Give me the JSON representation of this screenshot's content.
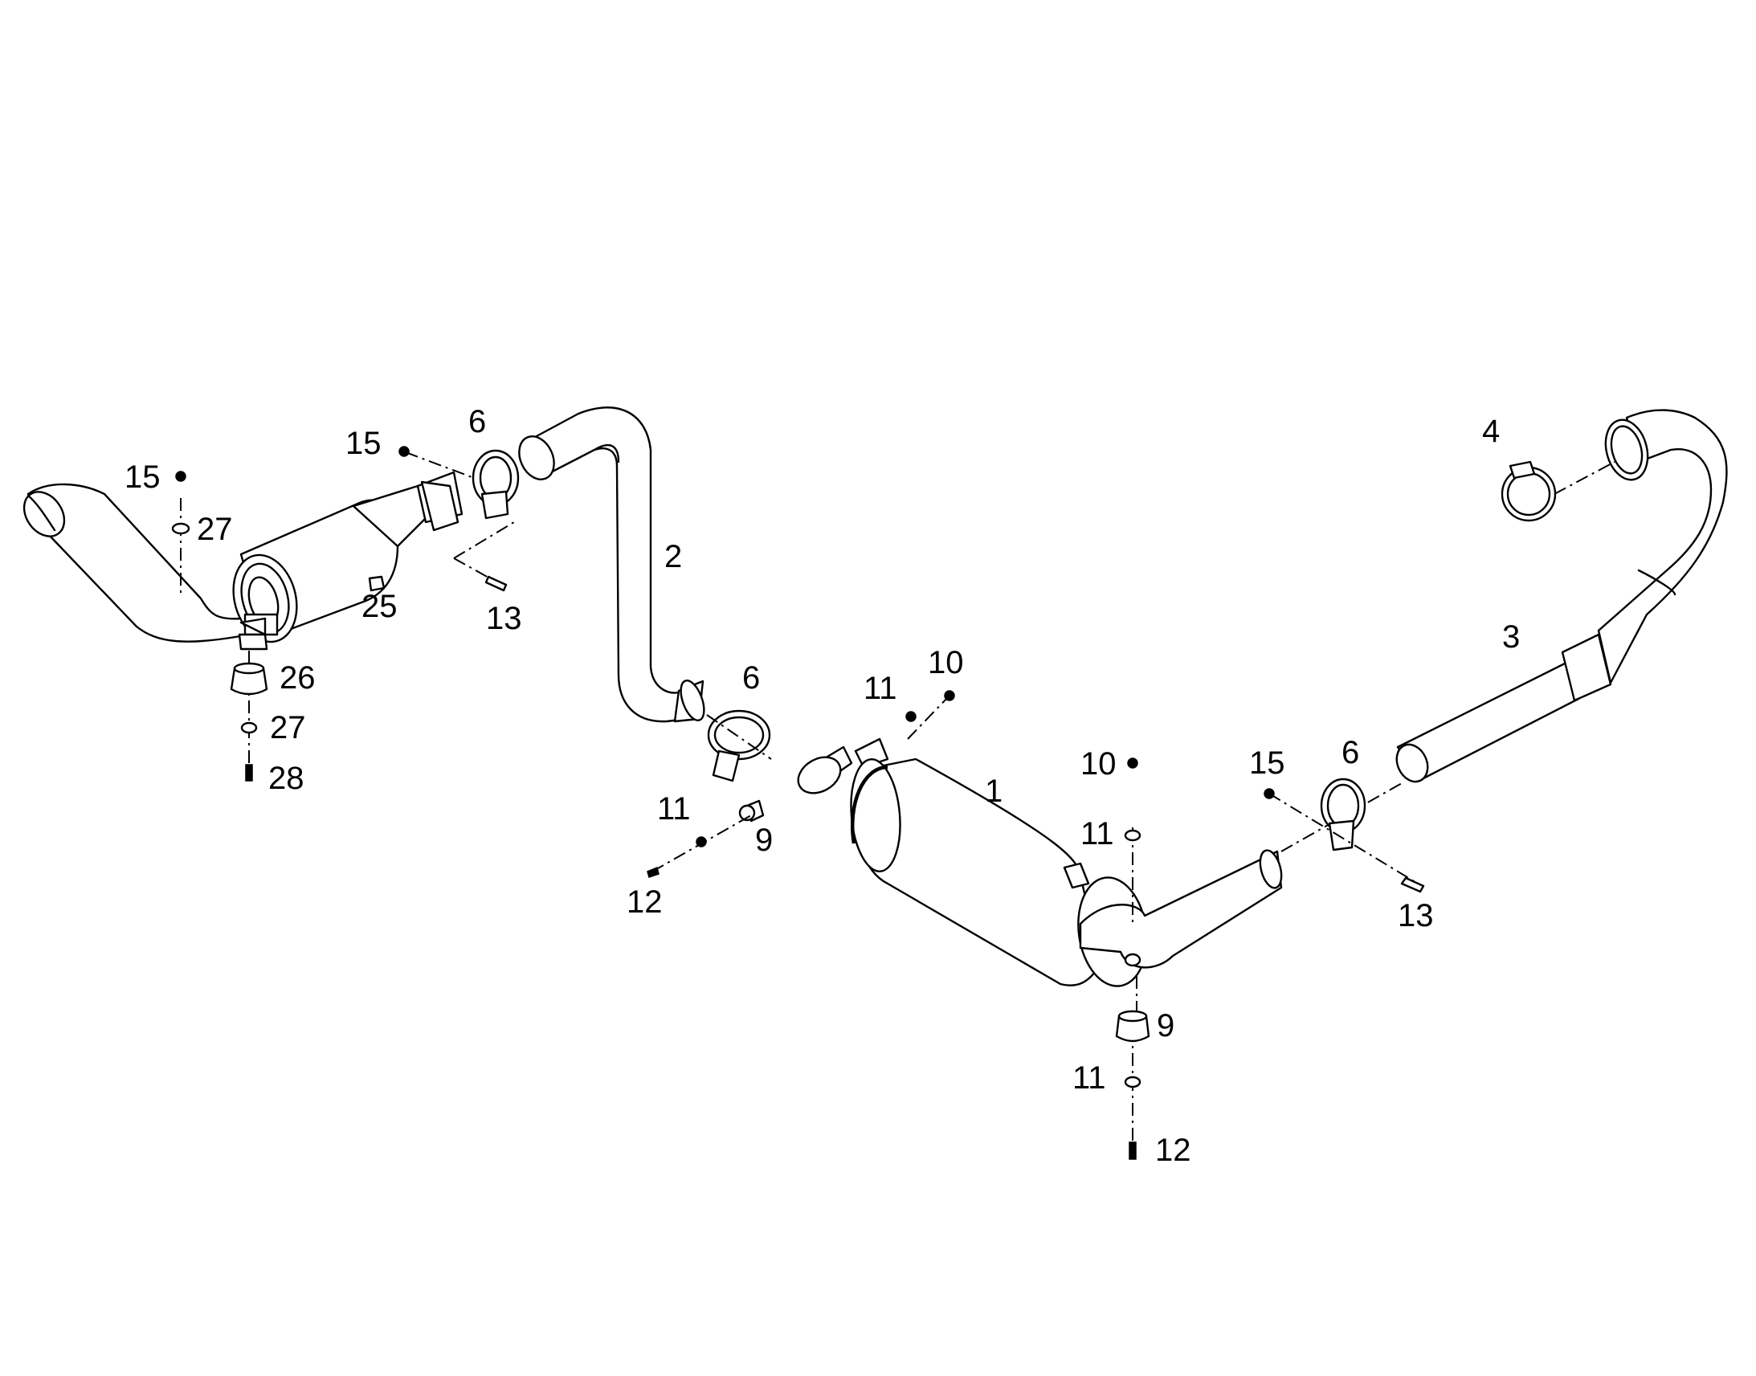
{
  "diagram": {
    "callouts": {
      "c1": "1",
      "c2": "2",
      "c3": "3",
      "c4": "4",
      "c6a": "6",
      "c6b": "6",
      "c6c": "6",
      "c9a": "9",
      "c9b": "9",
      "c10a": "10",
      "c10b": "10",
      "c11a": "11",
      "c11b": "11",
      "c11c": "11",
      "c11d": "11",
      "c12a": "12",
      "c12b": "12",
      "c13a": "13",
      "c13b": "13",
      "c15a": "15",
      "c15b": "15",
      "c15c": "15",
      "c25": "25",
      "c26": "26",
      "c27a": "27",
      "c27b": "27",
      "c28": "28"
    }
  }
}
